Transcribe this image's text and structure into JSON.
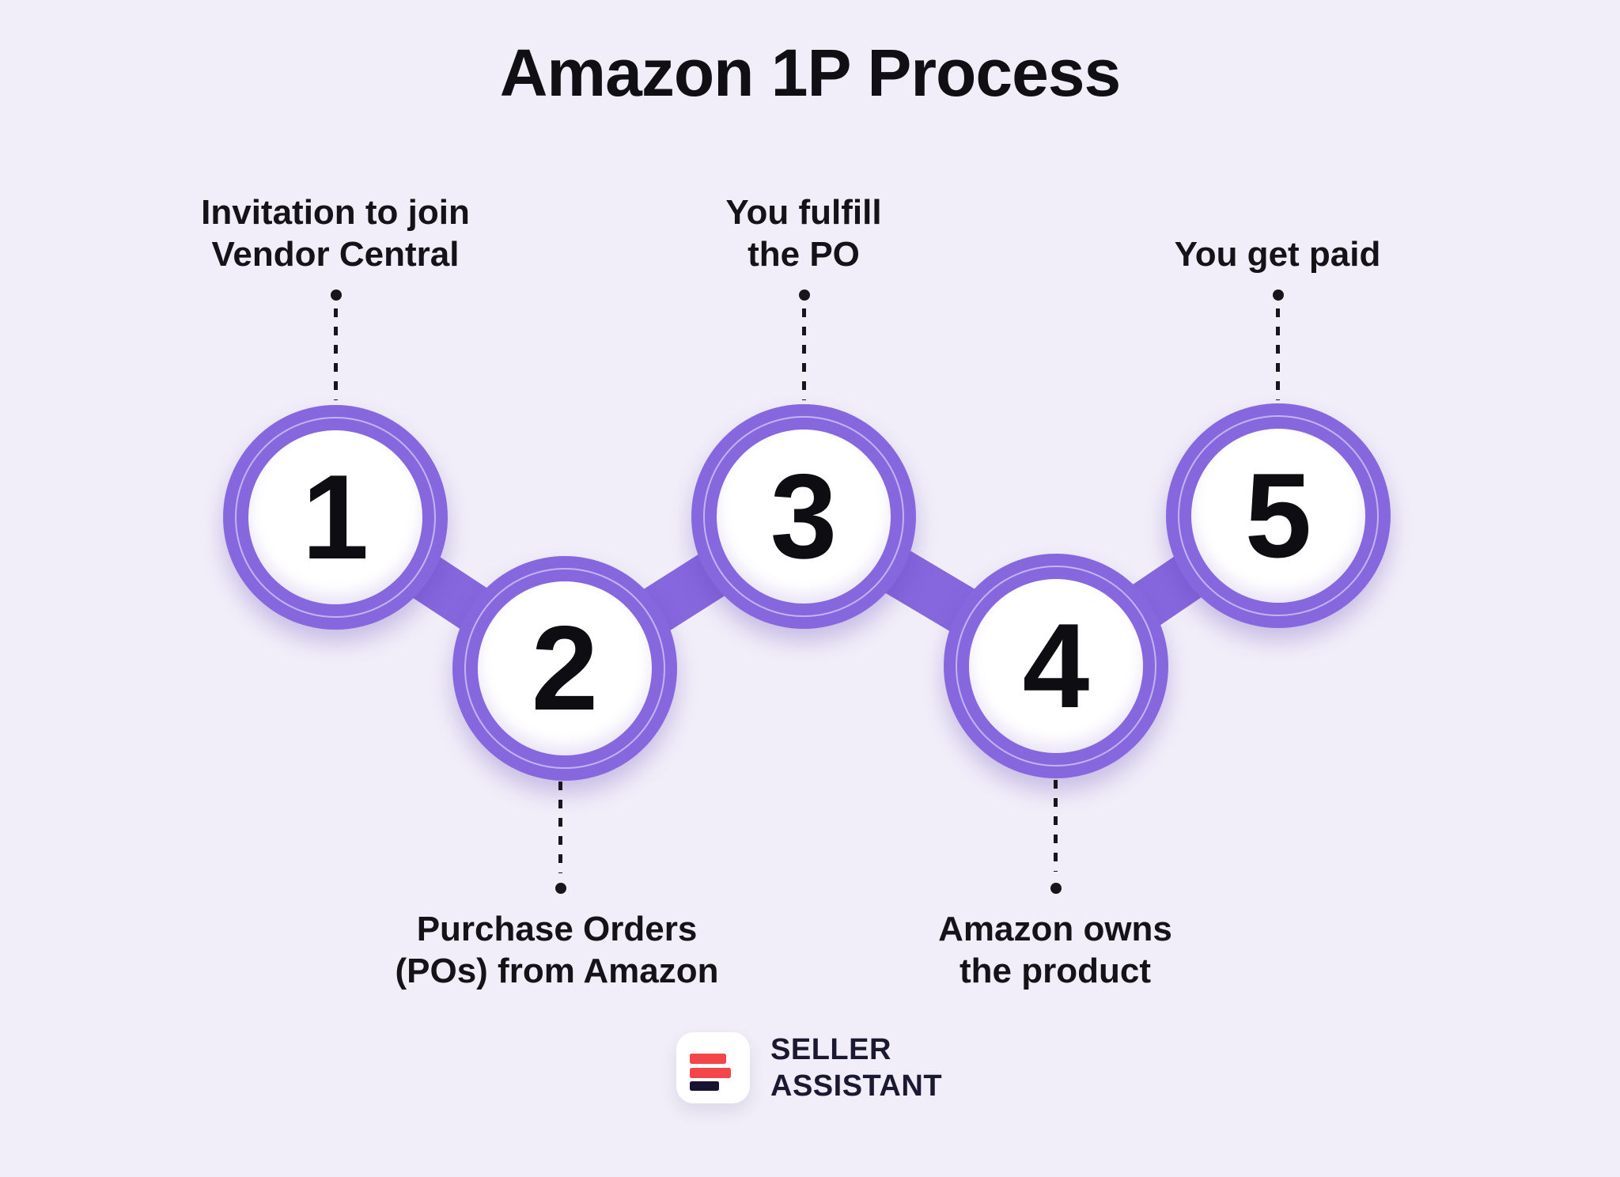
{
  "title": "Amazon 1P Process",
  "steps": [
    {
      "number": "1",
      "label_position": "top",
      "lines": [
        "Invitation to join",
        "Vendor Central"
      ]
    },
    {
      "number": "2",
      "label_position": "bottom",
      "lines": [
        "Purchase Orders",
        "(POs) from Amazon"
      ]
    },
    {
      "number": "3",
      "label_position": "top",
      "lines": [
        "You fulfill",
        "the PO"
      ]
    },
    {
      "number": "4",
      "label_position": "bottom",
      "lines": [
        "Amazon owns",
        "the product"
      ]
    },
    {
      "number": "5",
      "label_position": "top",
      "lines": [
        "You get paid"
      ]
    }
  ],
  "brand": {
    "name_line1": "SELLER",
    "name_line2": "ASSISTANT",
    "logo_icon": "three-horizontal-bars-icon"
  },
  "colors": {
    "background": "#F1EEF9",
    "accent": "#8767DE",
    "text": "#131318",
    "logo_red": "#F4464A",
    "logo_dark": "#171330"
  }
}
